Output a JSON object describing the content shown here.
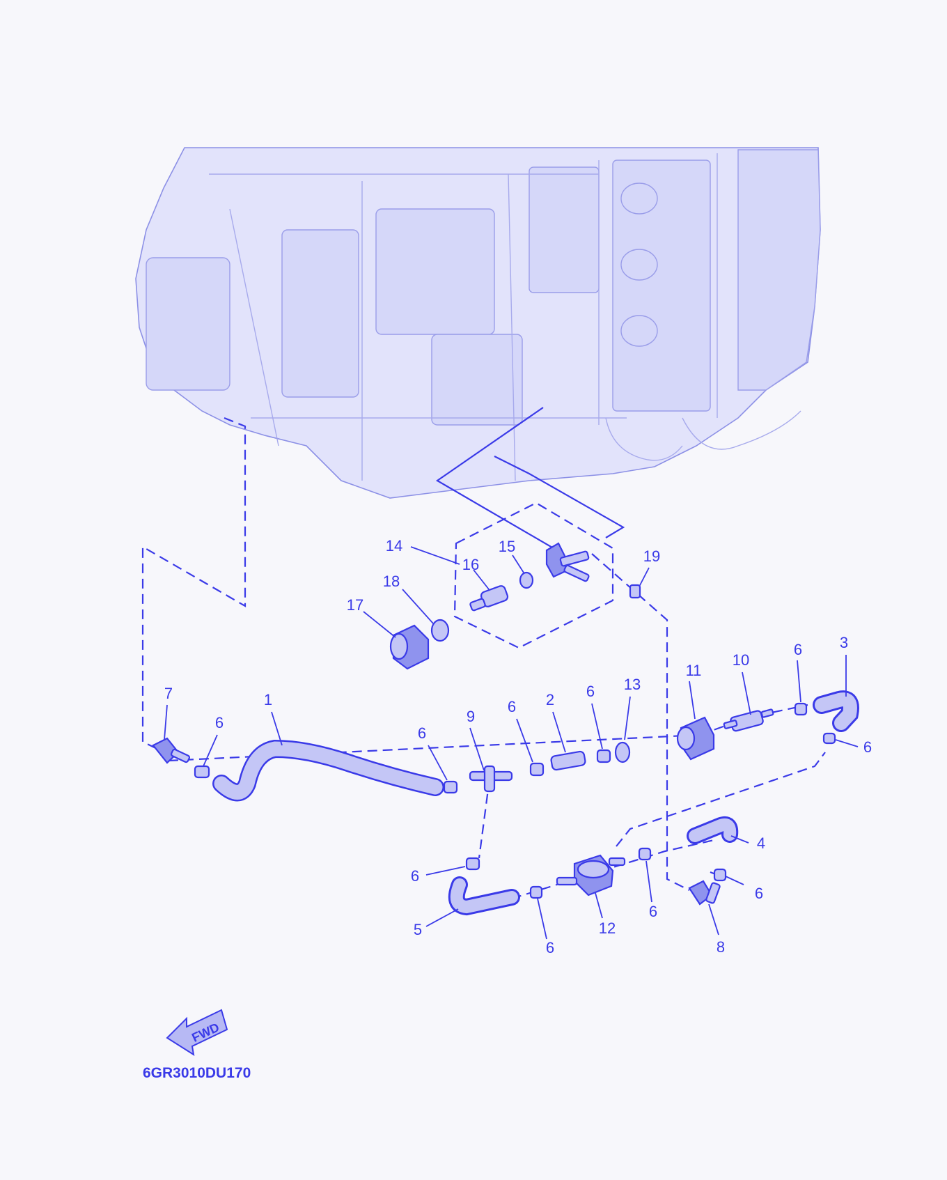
{
  "diagram_code": "6GR3010DU170",
  "fwd_label": "FWD",
  "callouts": {
    "c1": "1",
    "c2": "2",
    "c3": "3",
    "c4": "4",
    "c5": "5",
    "c6a": "6",
    "c6b": "6",
    "c6c": "6",
    "c6d": "6",
    "c6e": "6",
    "c6f": "6",
    "c6g": "6",
    "c6h": "6",
    "c6i": "6",
    "c6j": "6",
    "c7": "7",
    "c8": "8",
    "c9": "9",
    "c10": "10",
    "c11": "11",
    "c12": "12",
    "c13": "13",
    "c14": "14",
    "c15": "15",
    "c16": "16",
    "c17": "17",
    "c18": "18",
    "c19": "19"
  },
  "colors": {
    "line": "#3a3ae8",
    "part_fill": "#c4c6f6",
    "engine_fill": "#e2e3fb",
    "background": "#f7f7fb"
  }
}
